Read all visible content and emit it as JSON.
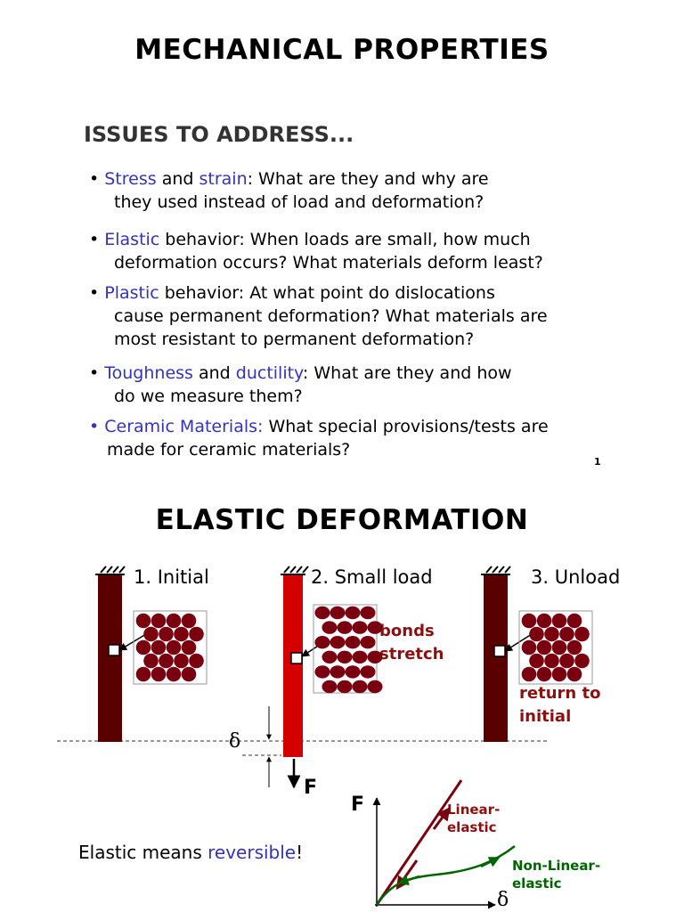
{
  "slide1": {
    "title": "MECHANICAL PROPERTIES",
    "subtitle": "ISSUES TO ADDRESS...",
    "bullets": [
      {
        "lines": [
          [
            [
              "Stress",
              true
            ],
            [
              " and ",
              false
            ],
            [
              "strain",
              true
            ],
            [
              ":  What are they and why are",
              false
            ]
          ],
          [
            [
              "they used instead of load and deformation?",
              false
            ]
          ]
        ]
      },
      {
        "lines": [
          [
            [
              "Elastic",
              true
            ],
            [
              " behavior:  When loads are small, how much",
              false
            ]
          ],
          [
            [
              "deformation occurs?  What materials deform least?",
              false
            ]
          ]
        ]
      },
      {
        "lines": [
          [
            [
              "Plastic",
              true
            ],
            [
              " behavior:  At what point do dislocations",
              false
            ]
          ],
          [
            [
              "cause permanent deformation?  What materials are",
              false
            ]
          ],
          [
            [
              "most resistant to permanent deformation?",
              false
            ]
          ]
        ]
      },
      {
        "lines": [
          [
            [
              "Toughness",
              true
            ],
            [
              " and ",
              false
            ],
            [
              "ductility",
              true
            ],
            [
              ":  What are they and how",
              false
            ]
          ],
          [
            [
              "do we measure them?",
              false
            ]
          ]
        ]
      },
      {
        "blue_bullet": true,
        "lines": [
          [
            [
              "Ceramic Materials:",
              true
            ],
            [
              " What special provisions/tests are",
              false
            ]
          ],
          [
            [
              "made for ceramic materials?",
              false
            ]
          ]
        ]
      }
    ],
    "page_number": "1"
  },
  "slide2": {
    "title": "ELASTIC DEFORMATION",
    "stage_labels": [
      "1. Initial",
      "2. Small load",
      "3. Unload"
    ],
    "bonds_label": [
      "bonds",
      "stretch"
    ],
    "return_label": [
      "return to",
      "initial"
    ],
    "delta_symbol": "δ",
    "force_symbol": "F",
    "elastic_text": [
      "Elastic means ",
      "reversible",
      "!"
    ],
    "graph": {
      "y_axis": "F",
      "x_axis": "δ",
      "linear_label": [
        "Linear-",
        "elastic"
      ],
      "nonlinear_label": [
        "Non-Linear-",
        "elastic"
      ]
    }
  },
  "colors": {
    "highlight": "#3333bb",
    "rod_dark": "#5a0000",
    "rod_loaded": "#d40000",
    "atom": "#7a0010",
    "label_red": "#8b1010",
    "nonlinear_green": "#006400"
  }
}
